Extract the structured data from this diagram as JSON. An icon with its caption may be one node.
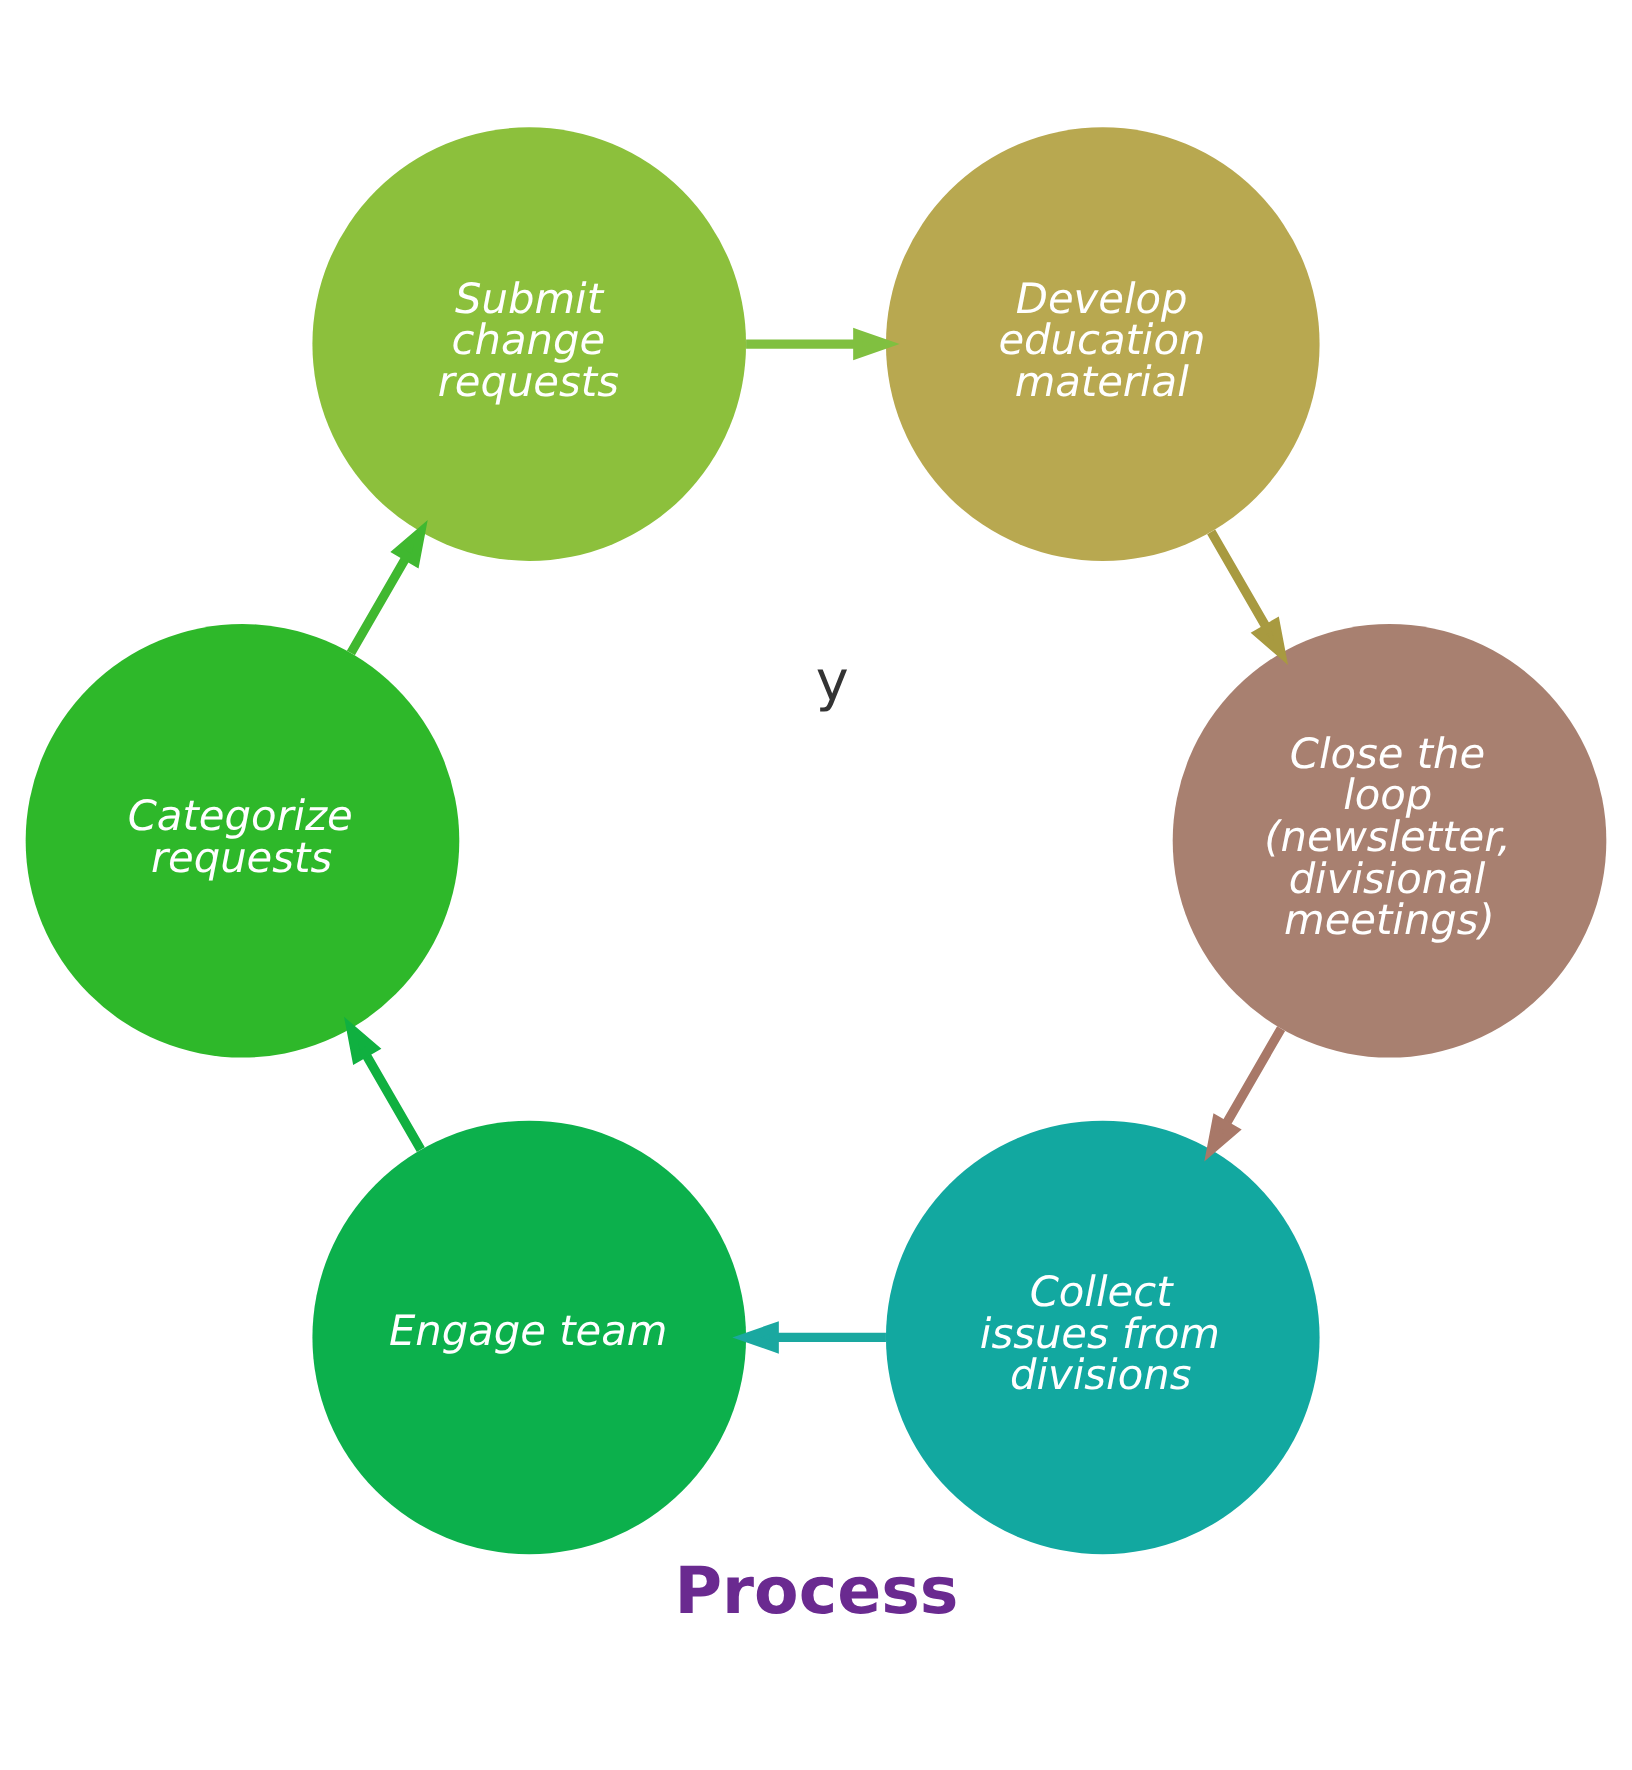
{
  "diagram": {
    "title": "Process",
    "nodes": [
      {
        "text": [
          "Collect issues from divisions"
        ]
      },
      {
        "text": [
          "Engage team"
        ]
      },
      {
        "text": [
          "Categorize requests"
        ]
      },
      {
        "text": [
          "Submit change requests"
        ]
      },
      {
        "text": [
          "Develop education material"
        ]
      },
      {
        "text": [
          "Close the loop (newsletter, divisional meetings)"
        ]
      }
    ],
    "edges": [
      {
        "from": 0,
        "to": 1,
        "arrow": "to",
        "color": "#1aa8a0"
      },
      {
        "from": 1,
        "to": 2,
        "arrow": "to",
        "color": "#10b040"
      },
      {
        "from": 2,
        "to": 3,
        "arrow": "to",
        "color": "#40b830"
      },
      {
        "from": 3,
        "to": 4,
        "arrow": "to",
        "color": "#80c040"
      },
      {
        "from": 4,
        "to": 5,
        "arrow": "to",
        "color": "#a89a40"
      },
      {
        "from": 5,
        "to": 0,
        "arrow": "to",
        "color": "#a87868"
      }
    ],
    "labels": [
      "y"
    ]
  }
}
